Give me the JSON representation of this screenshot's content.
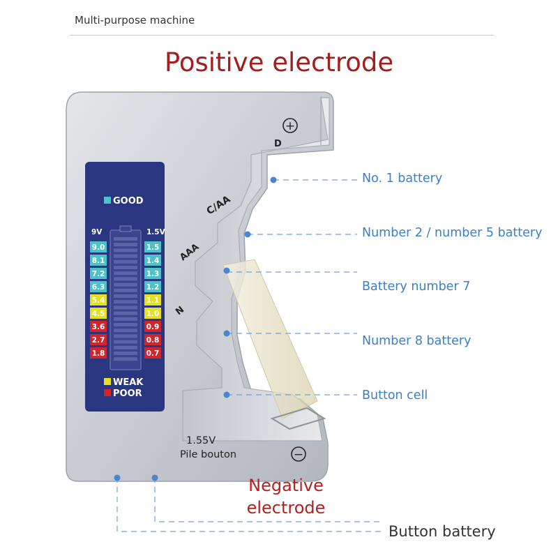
{
  "header": {
    "text": "Multi-purpose machine"
  },
  "title": "Positive electrode",
  "device": {
    "slot_labels": [
      "D",
      "C/AA",
      "AAA",
      "N"
    ],
    "positive_symbol": "+",
    "negative_symbol": "−",
    "bottom_text_1": "1.55V",
    "bottom_text_2": "Pile bouton",
    "meter": {
      "good": "GOOD",
      "weak": "WEAK",
      "poor": "POOR",
      "col_left_header": "9V",
      "col_right_header": "1.5V",
      "left_values": [
        "9.0",
        "8.1",
        "7.2",
        "6.3",
        "5.4",
        "4.5",
        "3.6",
        "2.7",
        "1.8"
      ],
      "right_values": [
        "1.5",
        "1.4",
        "1.3",
        "1.2",
        "1.1",
        "1.0",
        "0.9",
        "0.8",
        "0.7"
      ],
      "row_colors": [
        "#4cc3c8",
        "#4cc3c8",
        "#4cc3c8",
        "#4cc3c8",
        "#e5e021",
        "#e5e021",
        "#d3242b",
        "#d3242b",
        "#d3242b"
      ],
      "good_color": "#4cc3c8",
      "weak_color": "#e5e021",
      "poor_color": "#d3242b",
      "panel_color": "#2a3780"
    }
  },
  "callouts": [
    "No. 1 battery",
    "Number 2 / number 5 battery",
    "Battery number 7",
    "Number 8 battery",
    "Button cell"
  ],
  "negative_label": {
    "line1": "Negative",
    "line2": "electrode"
  },
  "button_battery": "Button battery",
  "colors": {
    "accent": "#3a7fc7",
    "title_red": "#a51d1d"
  }
}
